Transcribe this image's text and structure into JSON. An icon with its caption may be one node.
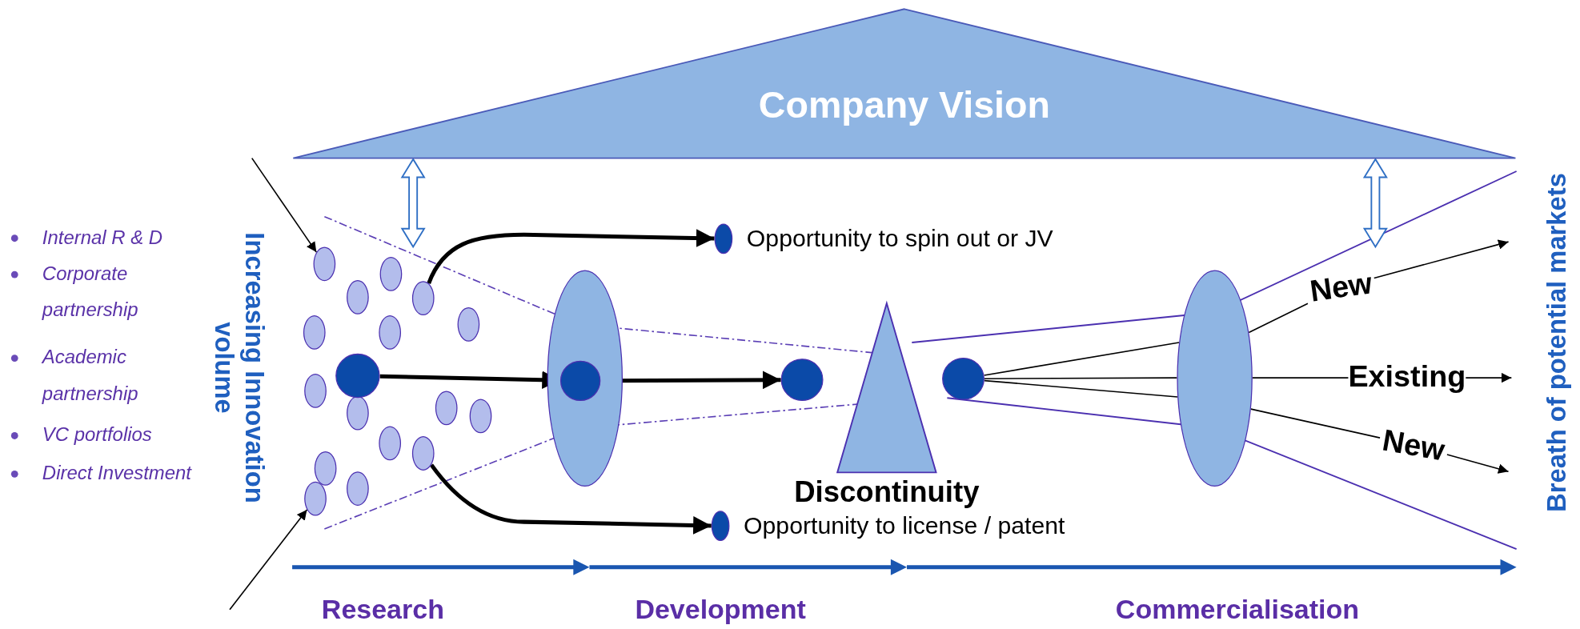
{
  "diagram": {
    "nodes": [
      {
        "text": [
          "Company Vision"
        ]
      },
      {
        "text": [],
        "shape": "ellipse"
      },
      {
        "text": [],
        "shape": "ellipse"
      },
      {
        "text": [],
        "shape": "ellipse"
      },
      {
        "text": [],
        "shape": "ellipse"
      },
      {
        "text": [],
        "shape": "ellipse"
      },
      {
        "text": [],
        "shape": "ellipse"
      },
      {
        "text": [],
        "shape": "ellipse"
      },
      {
        "text": [],
        "shape": "ellipse"
      },
      {
        "text": [],
        "shape": "ellipse"
      },
      {
        "text": [],
        "shape": "ellipse"
      },
      {
        "text": [],
        "shape": "ellipse"
      },
      {
        "text": [],
        "shape": "ellipse"
      },
      {
        "text": [],
        "shape": "ellipse"
      },
      {
        "text": [],
        "shape": "ellipse"
      },
      {
        "text": [],
        "shape": "ellipse"
      },
      {
        "text": [],
        "shape": "ellipse"
      },
      {
        "text": [],
        "shape": "circle"
      },
      {
        "text": [],
        "shape": "ellipse"
      },
      {
        "text": [],
        "shape": "circle",
        "in": 18
      },
      {
        "text": [],
        "shape": "circle"
      },
      {
        "text": [
          "Discontinuity"
        ]
      },
      {
        "text": [],
        "shape": "circle"
      },
      {
        "text": [],
        "shape": "ellipse"
      },
      {
        "text": [],
        "shape": "ellipse",
        "beside": [
          "Opportunity to spin out or JV"
        ]
      },
      {
        "text": [],
        "shape": "ellipse",
        "beside": [
          "Opportunity to license / patent"
        ]
      },
      {
        "text": [
          "New"
        ]
      },
      {
        "text": [
          "Existing"
        ]
      },
      {
        "text": [
          "New"
        ]
      }
    ],
    "edges": [
      {
        "from": null,
        "to": 1,
        "arrow": "to"
      },
      {
        "from": null,
        "to": 16,
        "arrow": "to"
      },
      {
        "from": 17,
        "to": 19,
        "arrow": "to",
        "style": "thick"
      },
      {
        "from": 19,
        "to": 20,
        "arrow": "to",
        "style": "thick"
      },
      {
        "from": 4,
        "to": 24,
        "arrow": "to",
        "style": "thick"
      },
      {
        "from": 13,
        "to": 25,
        "arrow": "to",
        "style": "thick"
      },
      {
        "from": 22,
        "to": 23,
        "arrow": "none"
      },
      {
        "from": 22,
        "to": 23,
        "arrow": "none"
      },
      {
        "from": 22,
        "to": 23,
        "arrow": "none"
      },
      {
        "from": 23,
        "to": 26,
        "arrow": "none"
      },
      {
        "from": 23,
        "to": 27,
        "arrow": "none"
      },
      {
        "from": 23,
        "to": 28,
        "arrow": "none"
      },
      {
        "from": 26,
        "to": null,
        "arrow": "to"
      },
      {
        "from": 27,
        "to": null,
        "arrow": "to"
      },
      {
        "from": 28,
        "to": null,
        "arrow": "to"
      },
      {
        "from": 0,
        "to": null,
        "arrow": "both"
      },
      {
        "from": 0,
        "to": null,
        "arrow": "both"
      }
    ],
    "labels": [
      "Internal R & D",
      "Corporate partnership",
      "Academic partnership",
      "VC portfolios",
      "Direct Investment",
      "Increasing Innovation volume",
      "Breath of potential markets",
      "Research",
      "Development",
      "Commercialisation"
    ]
  }
}
